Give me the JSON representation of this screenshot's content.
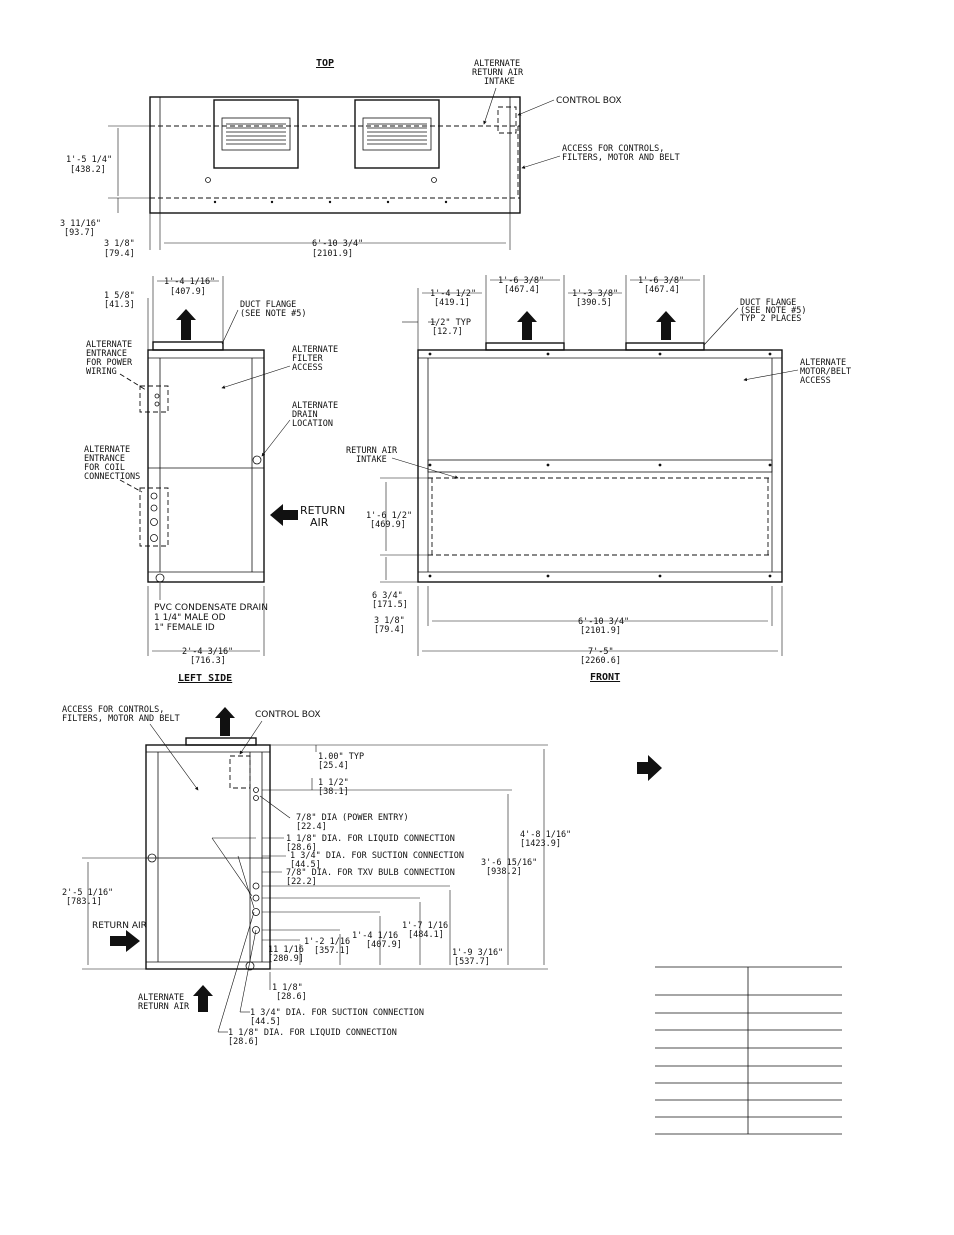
{
  "views": {
    "top": "TOP",
    "left_side": "LEFT SIDE",
    "front": "FRONT"
  },
  "top_view": {
    "alt_return_line1": "ALTERNATE",
    "alt_return_line2": "RETURN AIR",
    "alt_return_line3": "INTAKE",
    "control_box": "CONTROL BOX",
    "access_line1": "ACCESS FOR CONTROLS,",
    "access_line2": "FILTERS, MOTOR AND BELT",
    "dim_height_ft": "1'-5 1/4\"",
    "dim_height_mm": "[438.2]",
    "dim_offset_ft": "3 11/16\"",
    "dim_offset_mm": "[93.7]",
    "dim_left_ft": "3 1/8\"",
    "dim_left_mm": "[79.4]",
    "dim_width_ft": "6'-10 3/4\"",
    "dim_width_mm": "[2101.9]"
  },
  "left_view": {
    "dim_top_ft": "1'-4 1/16\"",
    "dim_top_mm": "[407.9]",
    "dim_flange_ft": "1 5/8\"",
    "dim_flange_mm": "[41.3]",
    "duct_flange": "DUCT FLANGE",
    "duct_note": "(SEE NOTE #5)",
    "alt_power_1": "ALTERNATE",
    "alt_power_2": "ENTRANCE",
    "alt_power_3": "FOR POWER",
    "alt_power_4": "WIRING",
    "alt_filter_1": "ALTERNATE",
    "alt_filter_2": "FILTER",
    "alt_filter_3": "ACCESS",
    "alt_drain_1": "ALTERNATE",
    "alt_drain_2": "DRAIN",
    "alt_drain_3": "LOCATION",
    "alt_coil_1": "ALTERNATE",
    "alt_coil_2": "ENTRANCE",
    "alt_coil_3": "FOR COIL",
    "alt_coil_4": "CONNECTIONS",
    "return_1": "RETURN",
    "return_2": "AIR",
    "pvc_1": "PVC CONDENSATE DRAIN",
    "pvc_2": "1 1/4\" MALE OD",
    "pvc_3": "1\" FEMALE ID",
    "dim_width_ft": "2'-4 3/16\"",
    "dim_width_mm": "[716.3]"
  },
  "front_view": {
    "dim_a_ft": "1'-4 1/2\"",
    "dim_a_mm": "[419.1]",
    "dim_b_ft": "1'-6 3/8\"",
    "dim_b_mm": "[467.4]",
    "dim_c_ft": "1'-3 3/8\"",
    "dim_c_mm": "[390.5]",
    "dim_d_ft": "1'-6 3/8\"",
    "dim_d_mm": "[467.4]",
    "dim_typ_ft": "1/2\" TYP",
    "dim_typ_mm": "[12.7]",
    "duct_flange": "DUCT FLANGE",
    "duct_note": "(SEE NOTE #5)",
    "duct_typ": "TYP 2 PLACES",
    "alt_motor_1": "ALTERNATE",
    "alt_motor_2": "MOTOR/BELT",
    "alt_motor_3": "ACCESS",
    "return_intake_1": "RETURN AIR",
    "return_intake_2": "INTAKE",
    "dim_h_ft": "1'-6 1/2\"",
    "dim_h_mm": "[469.9]",
    "dim_bot_ft": "6 3/4\"",
    "dim_bot_mm": "[171.5]",
    "dim_left_ft": "3 1/8\"",
    "dim_left_mm": "[79.4]",
    "dim_inner_ft": "6'-10 3/4\"",
    "dim_inner_mm": "[2101.9]",
    "dim_overall_ft": "7'-5\"",
    "dim_overall_mm": "[2260.6]"
  },
  "right_view": {
    "access_1": "ACCESS FOR CONTROLS,",
    "access_2": "FILTERS, MOTOR AND BELT",
    "control_box": "CONTROL BOX",
    "typ_ft": "1.00\" TYP",
    "typ_mm": "[25.4]",
    "d_1half_ft": "1 1/2\"",
    "d_1half_mm": "[38.1]",
    "power_ft": "7/8\" DIA (POWER ENTRY)",
    "power_mm": "[22.4]",
    "liquid_ft": "1 1/8\" DIA. FOR LIQUID CONNECTION",
    "liquid_mm": "[28.6]",
    "suction_ft": "1 3/4\" DIA. FOR SUCTION CONNECTION",
    "suction_mm": "[44.5]",
    "txv_ft": "7/8\" DIA. FOR TXV BULB CONNECTION",
    "txv_mm": "[22.2]",
    "h1_ft": "4'-8 1/16\"",
    "h1_mm": "[1423.9]",
    "h2_ft": "3'-6 15/16\"",
    "h2_mm": "[938.2]",
    "left_ft": "2'-5 1/16\"",
    "left_mm": "[783.1]",
    "return_air": "RETURN AIR",
    "d11_ft": "11 1/16",
    "d11_mm": "[280.9]",
    "d12_ft": "1'-2 1/16",
    "d12_mm": "[357.1]",
    "d14_ft": "1'-4 1/16",
    "d14_mm": "[407.9]",
    "d17_ft": "1'-7 1/16",
    "d17_mm": "[484.1]",
    "d19_ft": "1'-9 3/16\"",
    "d19_mm": "[537.7]",
    "d118_ft": "1 1/8\"",
    "d118_mm": "[28.6]",
    "alt_return_1": "ALTERNATE",
    "alt_return_2": "RETURN AIR",
    "suction2_ft": "1 3/4\" DIA. FOR SUCTION CONNECTION",
    "suction2_mm": "[44.5]",
    "liquid2_ft": "1 1/8\" DIA. FOR LIQUID CONNECTION",
    "liquid2_mm": "[28.6]"
  }
}
